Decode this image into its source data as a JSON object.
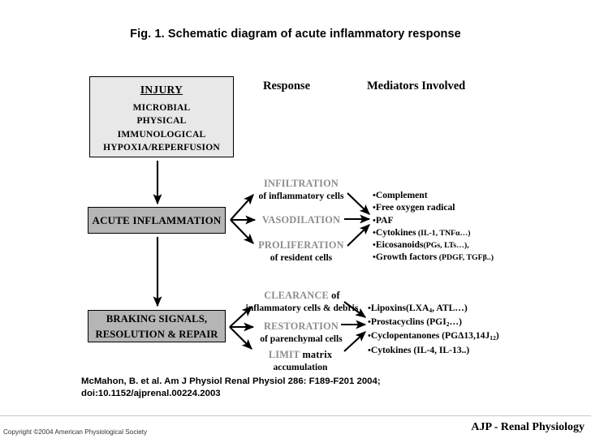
{
  "title": "Fig. 1. Schematic diagram of acute inflammatory response",
  "columns": {
    "response_header": "Response",
    "mediators_header": "Mediators Involved"
  },
  "boxes": {
    "injury": {
      "header": "INJURY",
      "lines": [
        "MICROBIAL",
        "PHYSICAL",
        "IMMUNOLOGICAL",
        "HYPOXIA/REPERFUSION"
      ],
      "fill": "#e8e8e8"
    },
    "acute_inflammation": {
      "label": "ACUTE INFLAMMATION",
      "fill": "#b5b5b5"
    },
    "braking_signals": {
      "line1": "BRAKING SIGNALS,",
      "line2": "RESOLUTION & REPAIR",
      "fill": "#b5b5b5"
    }
  },
  "responses": {
    "upper": [
      {
        "keyword": "INFILTRATION",
        "tail": "",
        "sub": "of inflammatory cells"
      },
      {
        "keyword": "VASODILATION",
        "tail": "",
        "sub": ""
      },
      {
        "keyword": "PROLIFERATION",
        "tail": "",
        "sub": "of resident cells"
      }
    ],
    "lower": [
      {
        "keyword": "CLEARANCE",
        "tail": " of",
        "sub": "inflammatory cells & debris"
      },
      {
        "keyword": "RESTORATION",
        "tail": "",
        "sub": "of parenchymal cells"
      },
      {
        "keyword": "LIMIT",
        "tail": " matrix",
        "sub": "accumulation"
      }
    ],
    "keyword_color": "#8c8c8c"
  },
  "mediators": {
    "upper": [
      {
        "main": "Complement",
        "detail": ""
      },
      {
        "main": "Free oxygen radical",
        "detail": ""
      },
      {
        "main": "PAF",
        "detail": ""
      },
      {
        "main": "Cytokines",
        "detail": " (IL-1, TNFα…)"
      },
      {
        "main": "Eicosanoids",
        "detail": "(PGs, LTs…),"
      },
      {
        "main": "Growth factors",
        "detail": " (PDGF, TGFβ..)"
      }
    ],
    "lower": [
      {
        "main": "Lipoxins(LXA",
        "sub": "4",
        "after": ", ATL…)"
      },
      {
        "main": "Prostacyclins (PGI",
        "sub": "2",
        "after": "…)"
      },
      {
        "main": "Cyclopentanones (PGΔ13,14J",
        "sub": "12",
        "after": ")"
      },
      {
        "main": "Cytokines (IL-4, IL-13..)",
        "sub": "",
        "after": ""
      }
    ]
  },
  "citation": {
    "line1": "McMahon, B. et al. Am J Physiol Renal Physiol 286: F189-F201 2004;",
    "line2": "doi:10.1152/ajprenal.00224.2003"
  },
  "footer": {
    "copyright": "Copyright ©2004 American Physiological Society",
    "journal": "AJP - Renal Physiology"
  }
}
